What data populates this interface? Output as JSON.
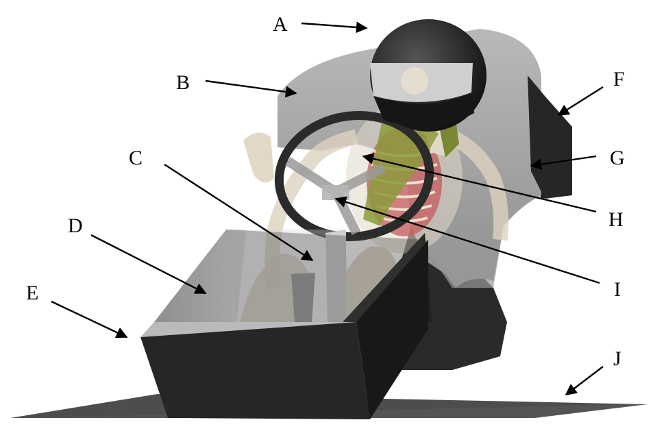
{
  "figure": {
    "labels": [
      "A",
      "B",
      "C",
      "D",
      "E",
      "F",
      "G",
      "H",
      "I",
      "J"
    ]
  },
  "colors": {
    "dark_shell": "#2b2b2b",
    "grey_shell": "#a9a9a9",
    "light_grey": "#d4d4d4",
    "bone": "#e2d8c8",
    "belt": "#8c9a3c",
    "organs": "#c65a5e",
    "floor": "#4d4d4d"
  }
}
